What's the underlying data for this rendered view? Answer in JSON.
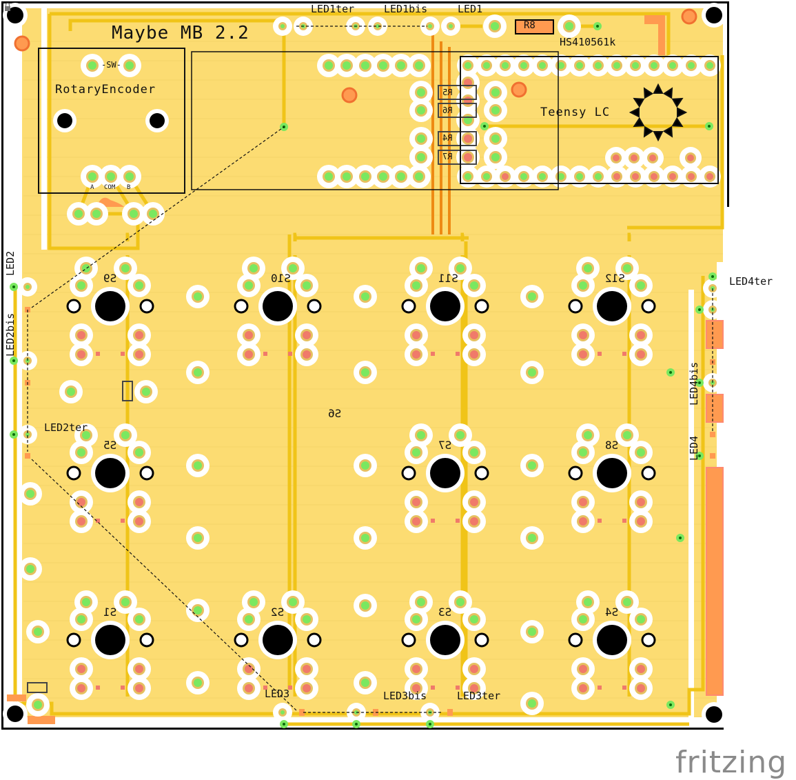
{
  "app": {
    "name": "Fritzing",
    "view": "PCB View",
    "logo_text": "fritzing"
  },
  "colors": {
    "copper_fill": "#fcdc72",
    "trace_top": "#f0c418",
    "trace_bottom": "#ee8a14",
    "pad_green": "#7ae860",
    "pad_ring": "#e6c060",
    "pad_red": "#f07a6a",
    "smd_orange": "#ff9a50",
    "silkscreen": "#000000",
    "board_bg": "#ffffff",
    "logo_gray": "#8a8a8a"
  },
  "board": {
    "title": "Maybe MB 2.2",
    "modules": {
      "rotary_encoder": {
        "label": "RotaryEncoder",
        "switch_label": "-SW-",
        "pin_labels": [
          "A",
          "COM",
          "B"
        ]
      },
      "teensy": {
        "label": "Teensy LC"
      },
      "display": {
        "label": "HS410561k"
      },
      "resistors": [
        "R8",
        "R5",
        "R6",
        "R4",
        "R7"
      ]
    },
    "switches": [
      {
        "label": "S9",
        "row": 0,
        "col": 0
      },
      {
        "label": "S10",
        "row": 0,
        "col": 1
      },
      {
        "label": "S11",
        "row": 0,
        "col": 2
      },
      {
        "label": "S12",
        "row": 0,
        "col": 3
      },
      {
        "label": "S5",
        "row": 1,
        "col": 0
      },
      {
        "label": "S6",
        "row": 1,
        "col": 1
      },
      {
        "label": "S7",
        "row": 1,
        "col": 2
      },
      {
        "label": "S8",
        "row": 1,
        "col": 3
      },
      {
        "label": "S1",
        "row": 2,
        "col": 0
      },
      {
        "label": "S2",
        "row": 2,
        "col": 1
      },
      {
        "label": "S3",
        "row": 2,
        "col": 2
      },
      {
        "label": "S4",
        "row": 2,
        "col": 3
      }
    ],
    "leds": {
      "top": [
        "LED1ter",
        "LED1bis",
        "LED1"
      ],
      "left": [
        "LED2",
        "LED2bis",
        "LED2ter"
      ],
      "bottom": [
        "LED3",
        "LED3bis",
        "LED3ter"
      ],
      "right": [
        "LED4ter",
        "LED4bis",
        "LED4"
      ]
    }
  }
}
